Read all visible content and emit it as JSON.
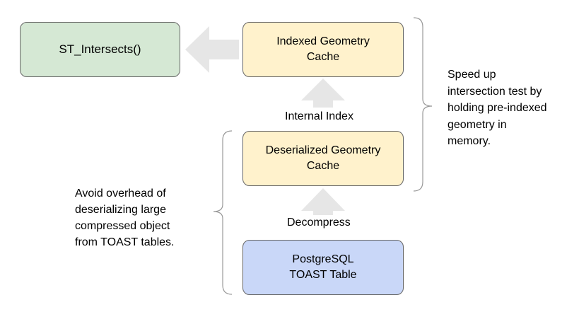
{
  "boxes": {
    "st_intersects": {
      "label": "ST_Intersects()"
    },
    "indexed_cache": {
      "line1": "Indexed Geometry",
      "line2": "Cache"
    },
    "deserialized_cache": {
      "line1": "Deserialized Geometry",
      "line2": "Cache"
    },
    "toast_table": {
      "line1": "PostgreSQL",
      "line2": "TOAST Table"
    }
  },
  "edges": {
    "internal_index": "Internal Index",
    "decompress": "Decompress"
  },
  "notes": {
    "right": [
      "Speed up",
      "intersection test by",
      "holding pre-indexed",
      "geometry in",
      "memory."
    ],
    "left": [
      "Avoid overhead of",
      "deserializing large",
      "compressed object",
      "from TOAST tables."
    ]
  },
  "colors": {
    "green_box": "#d5e8d4",
    "yellow_box": "#fff2cc",
    "blue_box": "#c9d7f8",
    "arrow": "#e6e6e6",
    "brace": "#999999"
  }
}
